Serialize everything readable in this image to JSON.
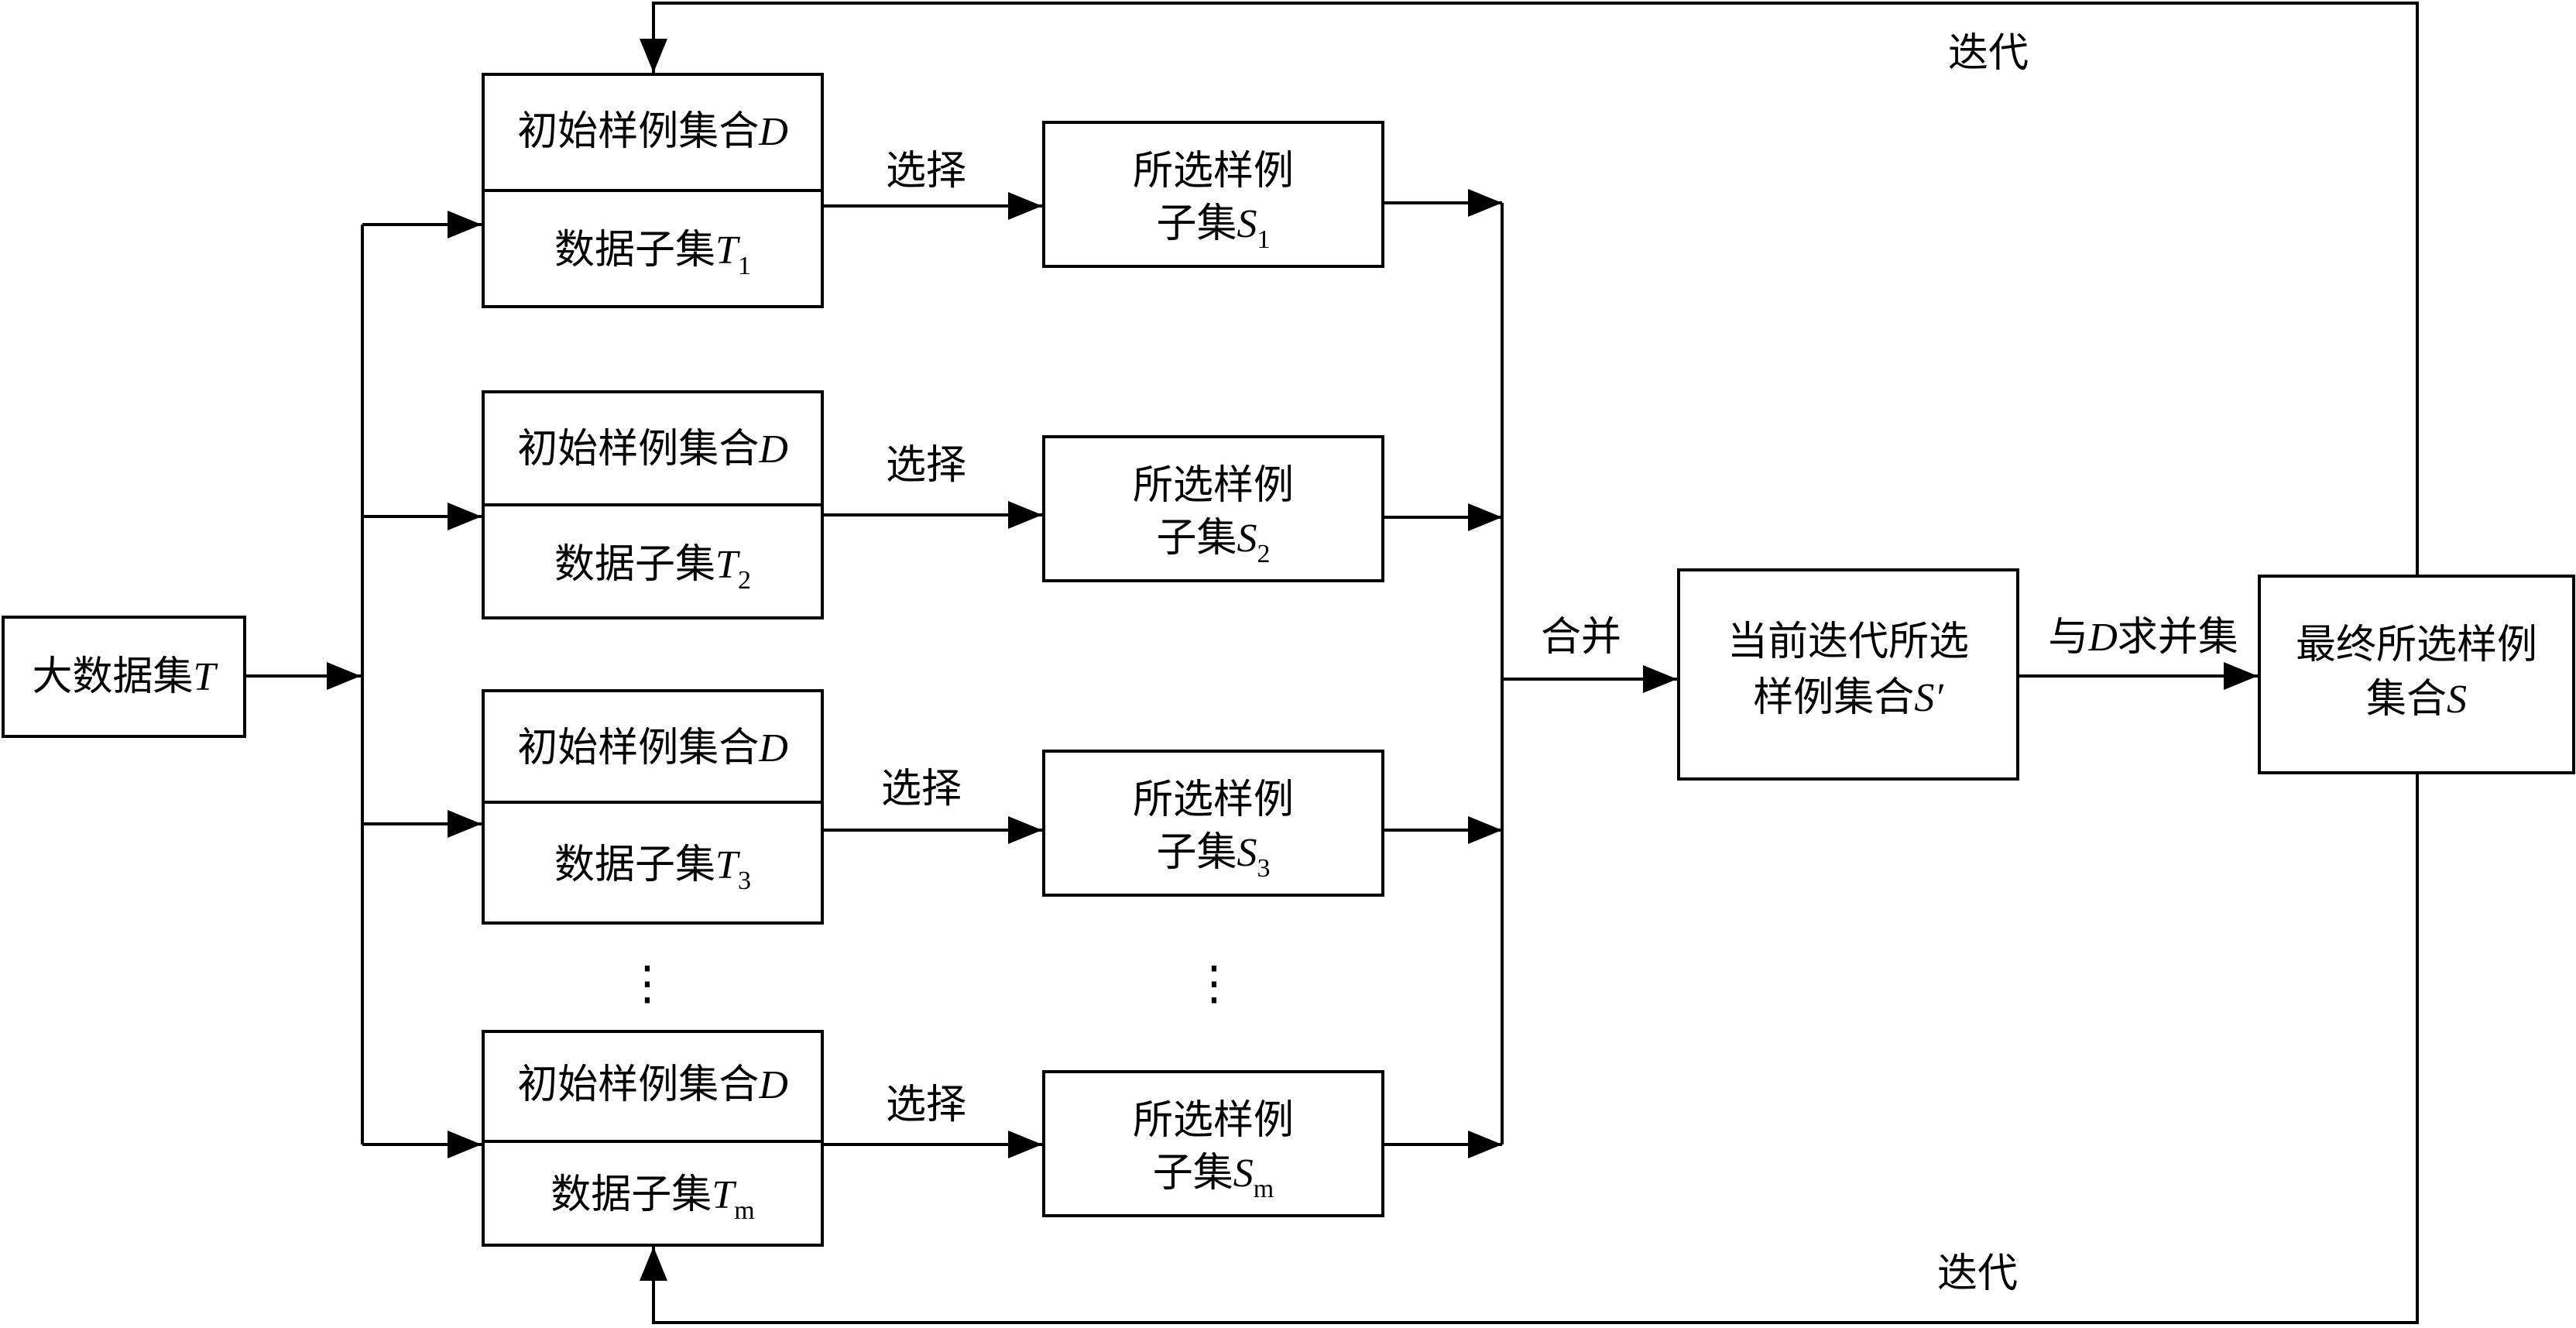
{
  "input_box": {
    "label": "大数据集",
    "var": "T"
  },
  "rows": [
    {
      "init_label": "初始样例集合",
      "init_var": "D",
      "subset_label": "数据子集",
      "subset_var": "T",
      "subset_sub": "1",
      "edge_label": "选择",
      "selected_line1": "所选样例",
      "selected_line2": "子集",
      "selected_var": "S",
      "selected_sub": "1"
    },
    {
      "init_label": "初始样例集合",
      "init_var": "D",
      "subset_label": "数据子集",
      "subset_var": "T",
      "subset_sub": "2",
      "edge_label": "选择",
      "selected_line1": "所选样例",
      "selected_line2": "子集",
      "selected_var": "S",
      "selected_sub": "2"
    },
    {
      "init_label": "初始样例集合",
      "init_var": "D",
      "subset_label": "数据子集",
      "subset_var": "T",
      "subset_sub": "3",
      "edge_label": "选择",
      "selected_line1": "所选样例",
      "selected_line2": "子集",
      "selected_var": "S",
      "selected_sub": "3"
    },
    {
      "init_label": "初始样例集合",
      "init_var": "D",
      "subset_label": "数据子集",
      "subset_var": "T",
      "subset_sub": "m",
      "edge_label": "选择",
      "selected_line1": "所选样例",
      "selected_line2": "子集",
      "selected_var": "S",
      "selected_sub": "m"
    }
  ],
  "ellipsis": "⋮",
  "merge_label": "合并",
  "current_box": {
    "line1": "当前迭代所选",
    "line2": "样例集合",
    "var": "S′"
  },
  "union_label": {
    "prefix": "与",
    "var": "D",
    "suffix": "求并集"
  },
  "final_box": {
    "line1": "最终所选样例",
    "line2": "集合",
    "var": "S"
  },
  "iterate_top_label": "迭代",
  "iterate_bottom_label": "迭代"
}
